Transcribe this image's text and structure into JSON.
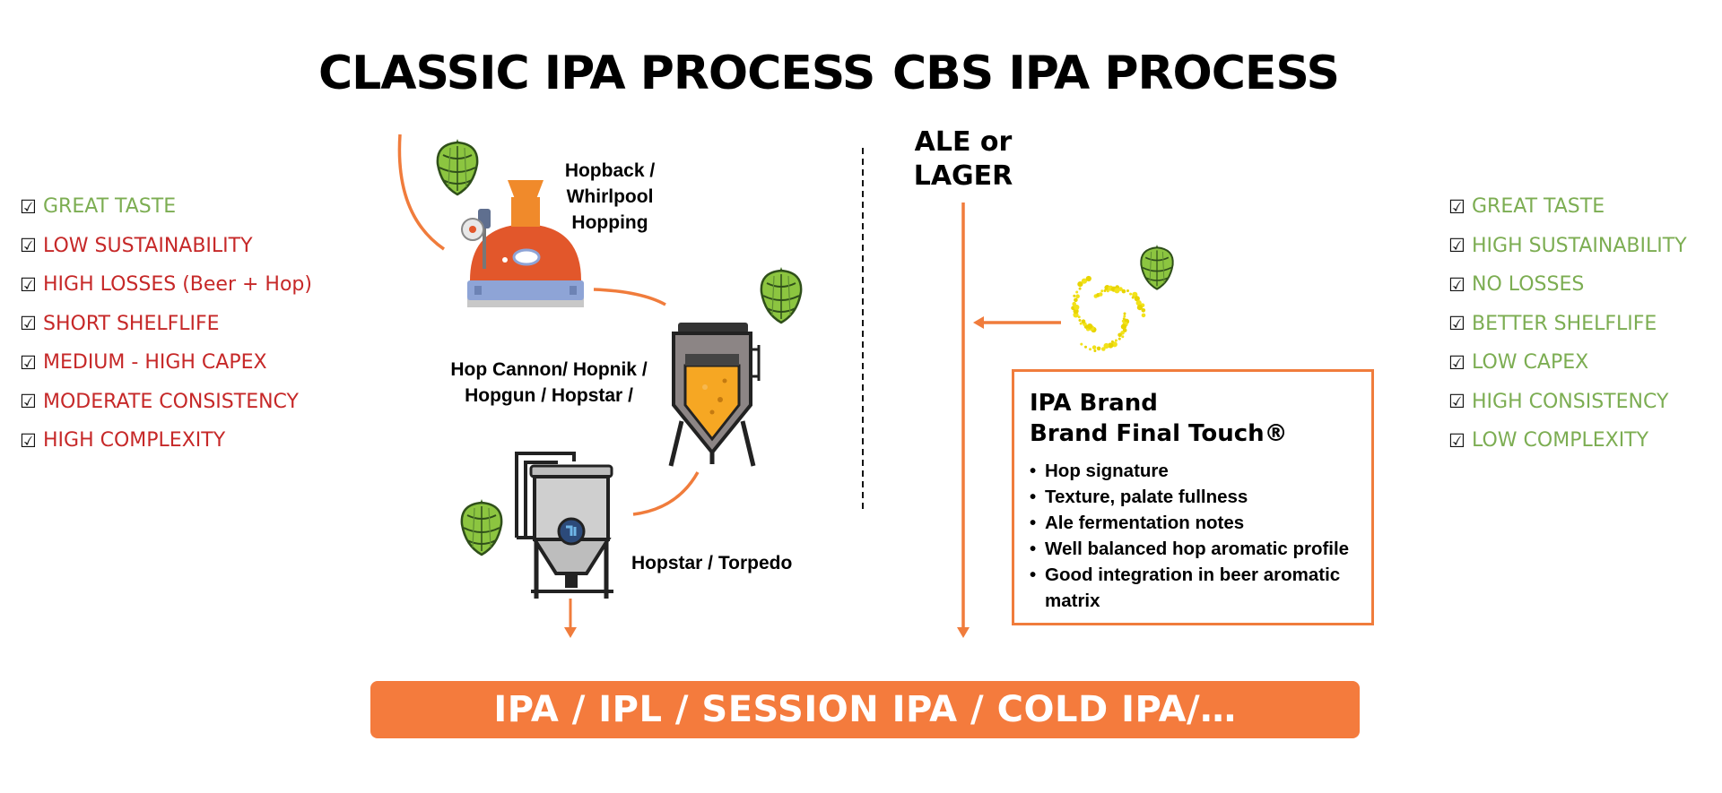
{
  "titles": {
    "classic": "CLASSIC IPA PROCESS",
    "cbs": "CBS IPA PROCESS"
  },
  "classic_attributes": [
    {
      "text": "GREAT TASTE",
      "tone": "positive"
    },
    {
      "text": "LOW SUSTAINABILITY",
      "tone": "negative"
    },
    {
      "text": "HIGH LOSSES (Beer + Hop)",
      "tone": "negative"
    },
    {
      "text": "SHORT SHELFLIFE",
      "tone": "negative"
    },
    {
      "text": "MEDIUM - HIGH CAPEX",
      "tone": "negative"
    },
    {
      "text": "MODERATE CONSISTENCY",
      "tone": "negative"
    },
    {
      "text": "HIGH COMPLEXITY",
      "tone": "negative"
    }
  ],
  "cbs_attributes": [
    {
      "text": "GREAT TASTE",
      "tone": "positive"
    },
    {
      "text": "HIGH SUSTAINABILITY",
      "tone": "positive"
    },
    {
      "text": "NO LOSSES",
      "tone": "positive"
    },
    {
      "text": "BETTER SHELFLIFE",
      "tone": "positive"
    },
    {
      "text": "LOW CAPEX",
      "tone": "positive"
    },
    {
      "text": "HIGH CONSISTENCY",
      "tone": "positive"
    },
    {
      "text": "LOW COMPLEXITY",
      "tone": "positive"
    }
  ],
  "checkbox_glyph": "☑",
  "classic_steps": {
    "hopback": "Hopback / Whirlpool Hopping",
    "hop_cannon": "Hop Cannon/ Hopnik / Hopgun / Hopstar /",
    "hopstar": "Hopstar / Torpedo"
  },
  "cbs": {
    "base_beer": "ALE or LAGER",
    "brand_title_1": "IPA Brand",
    "brand_title_2": "Brand Final Touch®",
    "bullets": [
      "Hop signature",
      "Texture, palate fullness",
      "Ale fermentation notes",
      "Well balanced hop aromatic profile",
      "Good integration in beer aromatic matrix"
    ]
  },
  "banner": "IPA / IPL / SESSION IPA / COLD IPA/…",
  "colors": {
    "accent": "#f47b3d",
    "positive": "#7cad52",
    "negative": "#c62828",
    "hop_green": "#8cc540"
  },
  "icons": [
    "hop-cone-icon",
    "brew-kettle-icon",
    "fermentation-tank-icon",
    "dry-hopping-vessel-icon",
    "hop-extract-particles-icon"
  ]
}
